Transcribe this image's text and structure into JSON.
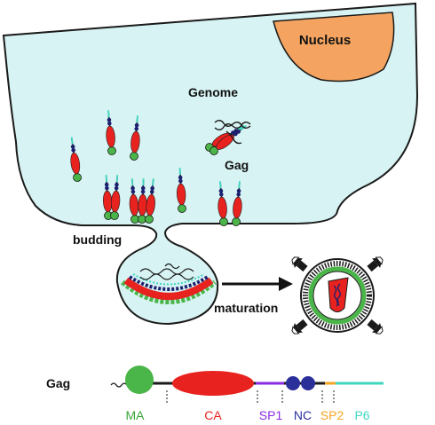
{
  "labels": {
    "nucleus": "Nucleus",
    "genome": "Genome",
    "gag": "Gag",
    "budding": "budding",
    "maturation": "maturation",
    "gag_diagram": "Gag"
  },
  "segments": [
    {
      "name": "MA",
      "color": "#3aa535"
    },
    {
      "name": "CA",
      "color": "#e8231f"
    },
    {
      "name": "SP1",
      "color": "#8a2be2"
    },
    {
      "name": "NC",
      "color": "#2b2f9a"
    },
    {
      "name": "SP2",
      "color": "#f5a623"
    },
    {
      "name": "P6",
      "color": "#3fd6c0"
    }
  ],
  "colors": {
    "cell": "#d8f3f3",
    "nucleus": "#f4a460",
    "ma": "#4ab548",
    "ca": "#e8231f",
    "nc": "#1b1f6e",
    "p6": "#3fd6c0"
  }
}
